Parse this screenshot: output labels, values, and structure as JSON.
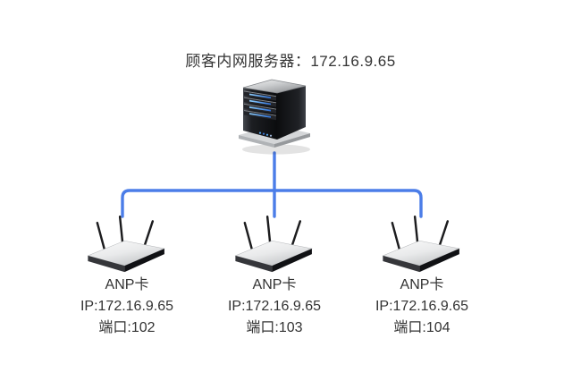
{
  "title": {
    "text": "顾客内网服务器：172.16.9.65"
  },
  "connector": {
    "color": "#4b7de8"
  },
  "colors": {
    "text": "#333333",
    "connector_blue": "#4b7de8",
    "led_blue": "#58a9f0"
  },
  "server": {
    "icon": "server-tower-icon"
  },
  "devices": [
    {
      "icon": "wireless-router-icon",
      "name": "ANP卡",
      "ip": "IP:172.16.9.65",
      "port": "端口:102"
    },
    {
      "icon": "wireless-router-icon",
      "name": "ANP卡",
      "ip": "IP:172.16.9.65",
      "port": "端口:103"
    },
    {
      "icon": "wireless-router-icon",
      "name": "ANP卡",
      "ip": "IP:172.16.9.65",
      "port": "端口:104"
    }
  ]
}
